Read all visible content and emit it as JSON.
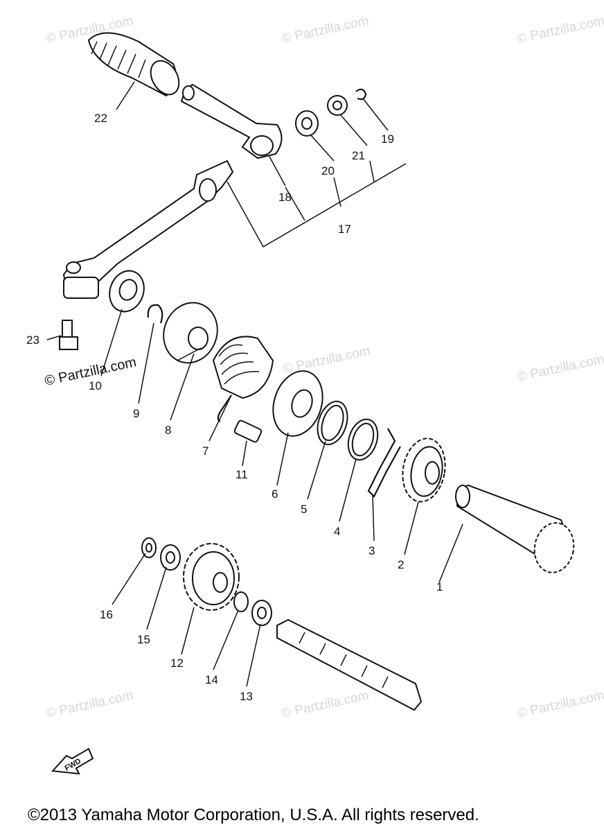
{
  "watermark": "© Partzilla.com",
  "callouts": [
    "1",
    "2",
    "3",
    "4",
    "5",
    "6",
    "7",
    "8",
    "9",
    "10",
    "11",
    "12",
    "13",
    "14",
    "15",
    "16",
    "17",
    "18",
    "19",
    "20",
    "21",
    "22",
    "23"
  ],
  "fwd_label": "FWD",
  "copyright": "©2013 Yamaha Motor Corporation, U.S.A. All rights reserved."
}
